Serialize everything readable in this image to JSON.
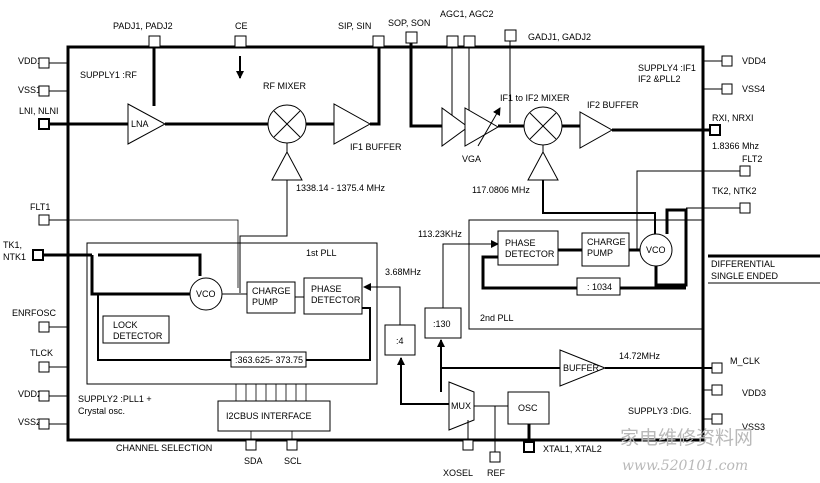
{
  "pins": {
    "padj": "PADJ1, PADJ2",
    "ce": "CE",
    "sip": "SIP, SIN",
    "sop": "SOP, SON",
    "agc": "AGC1, AGC2",
    "gadj": "GADJ1, GADJ2",
    "vdd1": "VDD1",
    "vss1": "VSS1",
    "lni": "LNI, NLNI",
    "flt1": "FLT1",
    "tk1": "TK1,",
    "ntk1": "NTK1",
    "enrfosc": "ENRFOSC",
    "tlck": "TLCK",
    "vdd2": "VDD2",
    "vss2": "VSS2",
    "vdd4": "VDD4",
    "vss4": "VSS4",
    "rxi": "RXI, NRXI",
    "flt2": "FLT2",
    "tk2": "TK2, NTK2",
    "mclk": "M_CLK",
    "vdd3": "VDD3",
    "vss3": "VSS3",
    "xtal": "XTAL1, XTAL2",
    "xosel": "XOSEL",
    "ref": "REF",
    "sda": "SDA",
    "scl": "SCL"
  },
  "supplies": {
    "s1": "SUPPLY1 :RF",
    "s2a": "SUPPLY2 :PLL1 +",
    "s2b": "Crystal  osc.",
    "s3": "SUPPLY3 :DIG.",
    "s4a": "SUPPLY4 :IF1",
    "s4b": "IF2 &PLL2"
  },
  "blocks": {
    "lna": "LNA",
    "rf_mixer": "RF MIXER",
    "if1_buffer": "IF1 BUFFER",
    "vga": "VGA",
    "if_mixer": "IF1 to IF2 MIXER",
    "if2_buffer": "IF2 BUFFER",
    "pll1": "1st  PLL",
    "vco": "VCO",
    "charge_pump_a": "CHARGE",
    "charge_pump_b": "PUMP",
    "phase_det_a": "PHASE",
    "phase_det_b": "DETECTOR",
    "lock_a": "LOCK",
    "lock_b": "DETECTOR",
    "div_pll1": ":363.625- 373.75",
    "pll2": "2nd  PLL",
    "div_pll2": ": 1034",
    "div4": ":4",
    "div130": ":130",
    "mux": "MUX",
    "osc": "OSC",
    "buffer": "BUFFER",
    "i2c": "I2CBUS INTERFACE",
    "channel_sel": "CHANNEL SELECTION"
  },
  "freqs": {
    "lo1": "1338.14 - 1375.4 MHz",
    "lo2": "117.0806 MHz",
    "if_out": "1.8366 Mhz",
    "ref_pll2": "113.23KHz",
    "ref_pll1": "3.68MHz",
    "clk": "14.72MHz"
  },
  "legend": {
    "differential": "DIFFERENTIAL",
    "single": "SINGLE ENDED"
  },
  "watermark": {
    "cn": "家电维修资料网",
    "url": "www.520101.com"
  }
}
